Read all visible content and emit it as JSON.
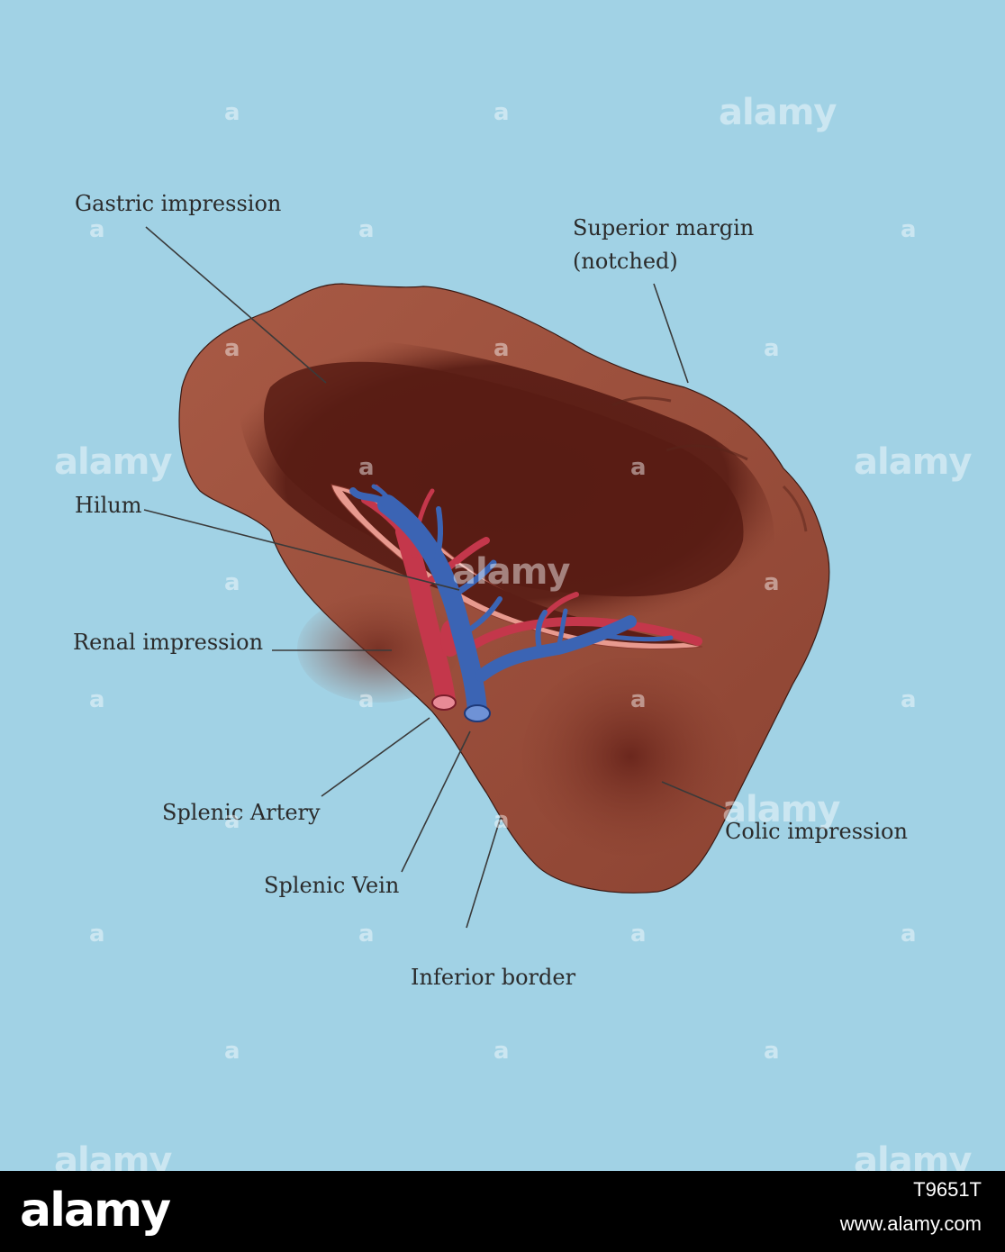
{
  "labels": {
    "gastric": "Gastric impression",
    "superior_line1": "Superior margin",
    "superior_line2": "(notched)",
    "hilum": "Hilum",
    "renal": "Renal  impression",
    "splenic_artery": "Splenic Artery",
    "splenic_vein": "Splenic Vein",
    "colic": "Colic impression",
    "inferior": "Inferior border"
  },
  "watermark": {
    "brand": "alamy",
    "mark": "a"
  },
  "footer": {
    "logo": "alamy",
    "image_id": "T9651T",
    "url": "www.alamy.com"
  },
  "colors": {
    "background": "#a1d2e5",
    "organ": "#7a3326",
    "organ_dark": "#5c2018",
    "artery": "#c4374b",
    "vein": "#3b64b4"
  }
}
